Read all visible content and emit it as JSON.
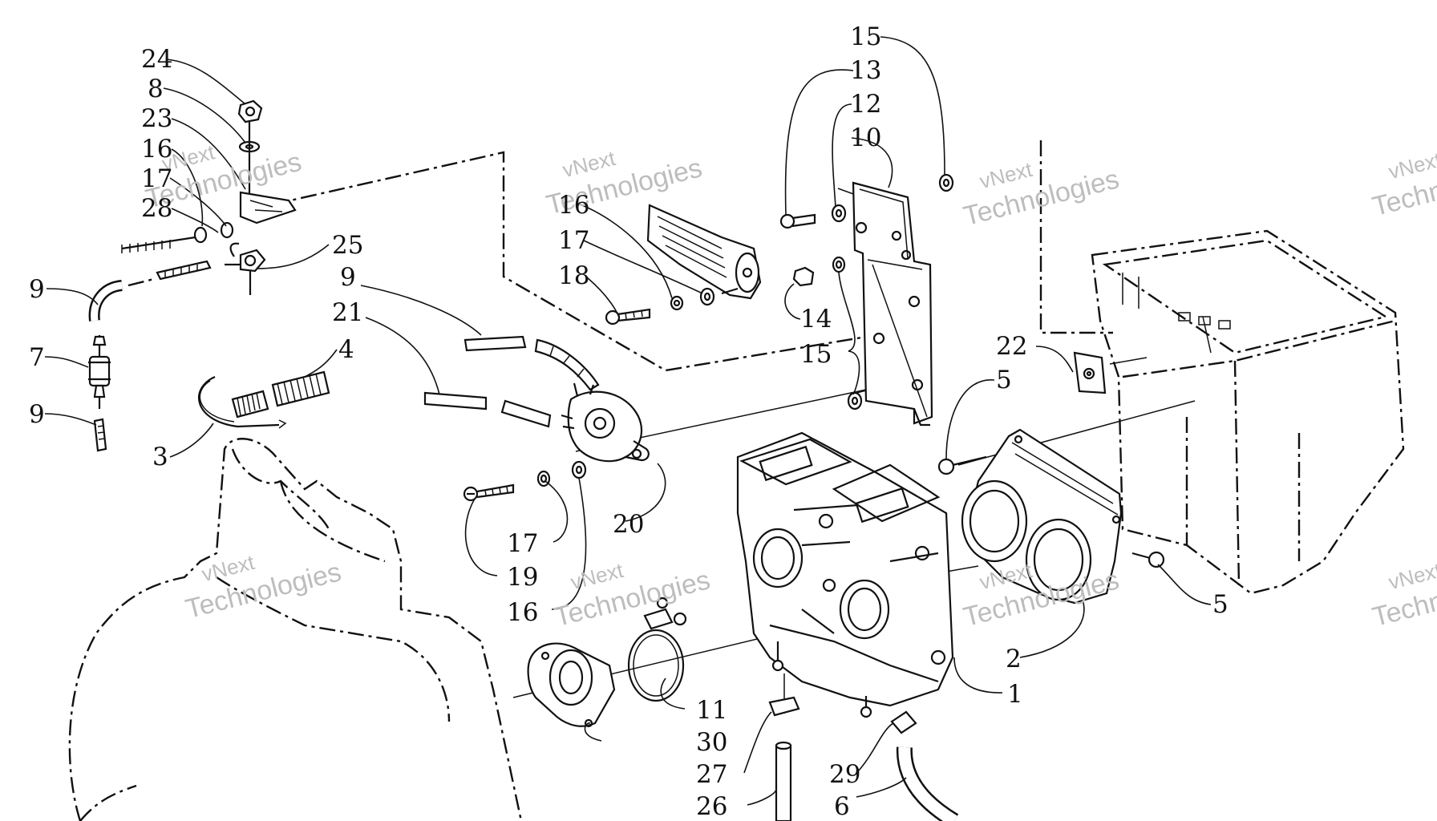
{
  "watermark": {
    "brand": "vNext",
    "company": "Technologies"
  },
  "labels": {
    "p24": "24",
    "p8": "8",
    "p23": "23",
    "p16a": "16",
    "p17a": "17",
    "p28": "28",
    "p25": "25",
    "p9a": "9",
    "p7": "7",
    "p9b": "9",
    "p3": "3",
    "p4": "4",
    "p9c": "9",
    "p21": "21",
    "p16b": "16",
    "p17b": "17",
    "p18": "18",
    "p15a": "15",
    "p13": "13",
    "p12": "12",
    "p10": "10",
    "p14": "14",
    "p15b": "15",
    "p22": "22",
    "p5a": "5",
    "p20": "20",
    "p17c": "17",
    "p19": "19",
    "p16c": "16",
    "p5b": "5",
    "p2": "2",
    "p1": "1",
    "p11": "11",
    "p30": "30",
    "p27": "27",
    "p26": "26",
    "p29": "29",
    "p6": "6"
  },
  "colors": {
    "ink": "#111111",
    "paper": "#ffffff",
    "watermark": "#bdbdbd"
  }
}
